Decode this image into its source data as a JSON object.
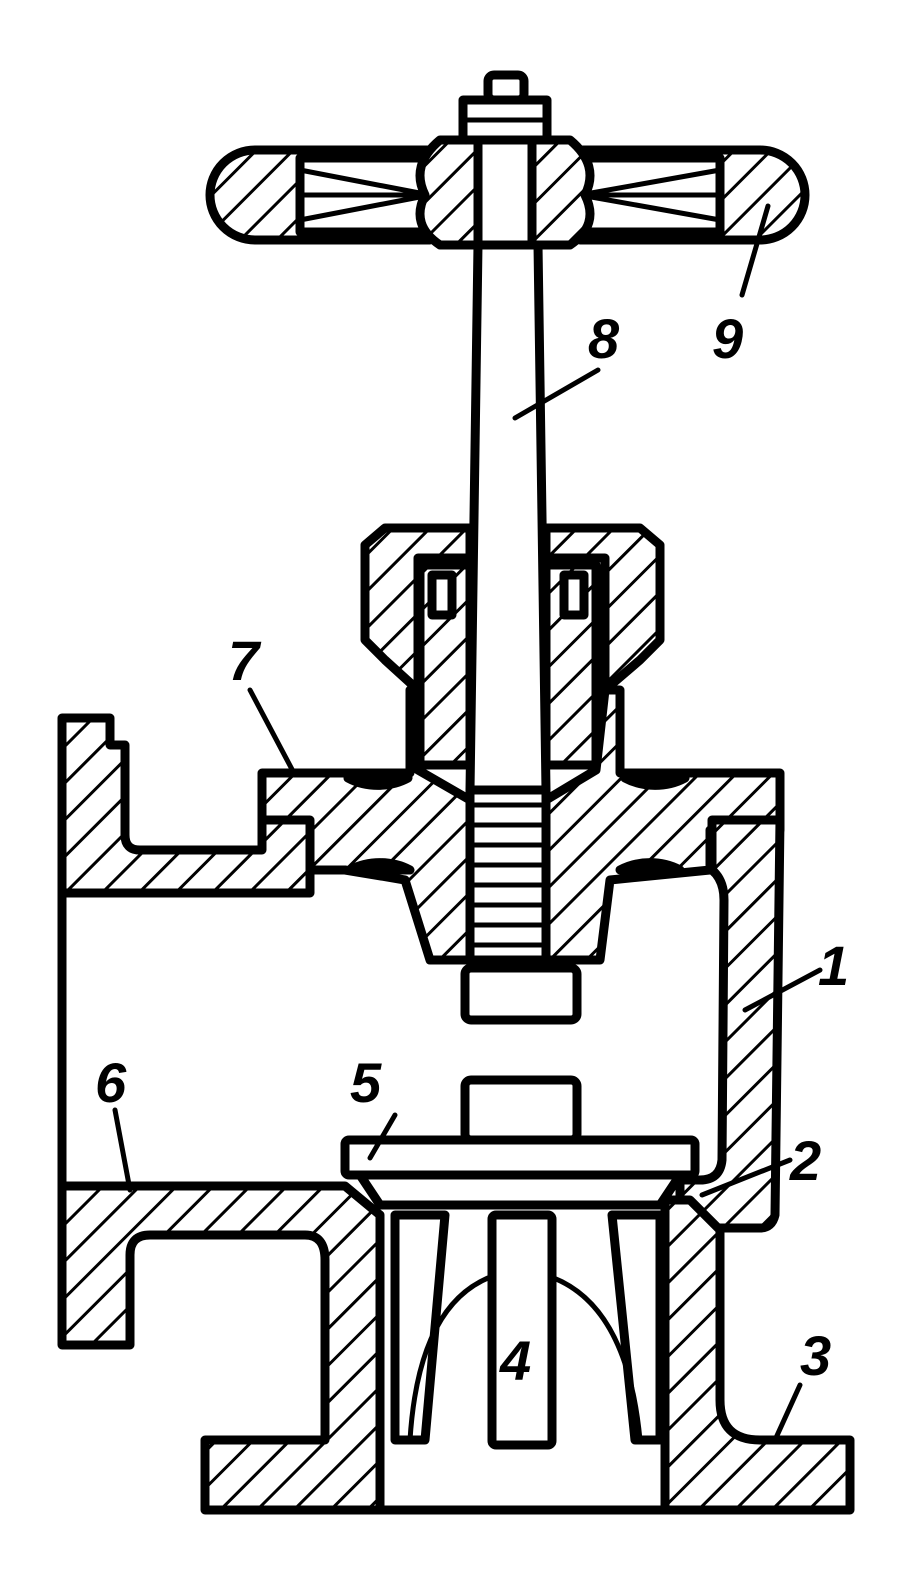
{
  "diagram": {
    "colors": {
      "ink": "#000000",
      "paper": "#ffffff"
    },
    "callouts": [
      {
        "id": "part-1",
        "text": "1"
      },
      {
        "id": "part-2",
        "text": "2"
      },
      {
        "id": "part-3",
        "text": "3"
      },
      {
        "id": "part-4",
        "text": "4"
      },
      {
        "id": "part-5",
        "text": "5"
      },
      {
        "id": "part-6",
        "text": "6"
      },
      {
        "id": "part-7",
        "text": "7"
      },
      {
        "id": "part-8",
        "text": "8"
      },
      {
        "id": "part-9",
        "text": "9"
      }
    ]
  }
}
